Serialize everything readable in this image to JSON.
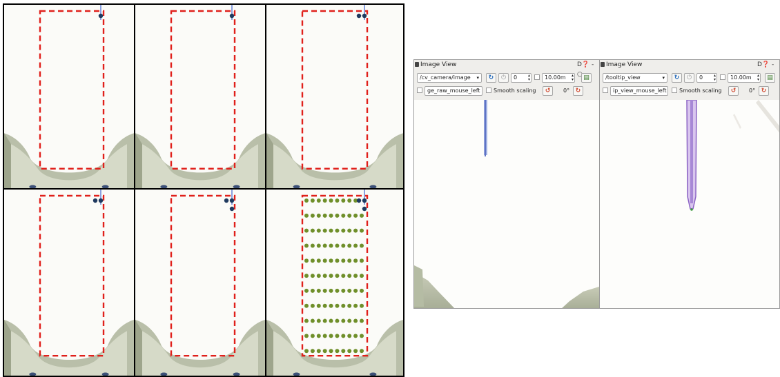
{
  "grid": {
    "cells": [
      {
        "id": "cell-1",
        "tracked_dots": 1,
        "pattern_grid": false
      },
      {
        "id": "cell-2",
        "tracked_dots": 1,
        "pattern_grid": false
      },
      {
        "id": "cell-3",
        "tracked_dots": 2,
        "pattern_grid": false
      },
      {
        "id": "cell-4",
        "tracked_dots": 2,
        "pattern_grid": false
      },
      {
        "id": "cell-5",
        "tracked_dots": 3,
        "pattern_grid": false
      },
      {
        "id": "cell-6",
        "tracked_dots": 3,
        "pattern_grid": true
      }
    ],
    "colors": {
      "boundary": "#e0201b",
      "tracked_dot": "#1f3a5f",
      "pattern_dot": "#6f8f2a"
    }
  },
  "left_window": {
    "title": "Image View",
    "topic": "/cv_camera/image",
    "spin_value": "0",
    "timeout_value": "10.00m",
    "mouse_topic": "ge_raw_mouse_left",
    "smooth_label": "Smooth scaling",
    "rotation": "0°",
    "controls": "D❓ - ○"
  },
  "right_window": {
    "title": "Image View",
    "topic": "/tooltip_view",
    "spin_value": "0",
    "timeout_value": "10.00m",
    "mouse_topic": "ip_view_mouse_left",
    "smooth_label": "Smooth scaling",
    "rotation": "0°",
    "controls": "D❓ -"
  }
}
